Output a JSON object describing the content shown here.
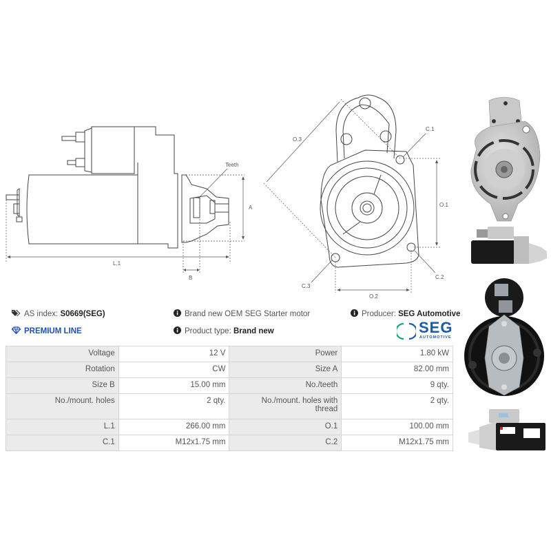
{
  "drawings": {
    "side_view": {
      "labels": {
        "teeth": "Teeth",
        "a": "A",
        "l1": "L.1",
        "b": "B"
      }
    },
    "front_view": {
      "labels": {
        "o3": "O.3",
        "c1": "C.1",
        "o1": "O.1",
        "c3": "C.3",
        "c2": "C.2",
        "o2": "O.2"
      }
    }
  },
  "info": {
    "as_index_label": "AS index:",
    "as_index_value": "S0669(SEG)",
    "premium_line": "PREMIUM LINE",
    "description": "Brand new OEM SEG Starter motor",
    "product_type_label": "Product type:",
    "product_type_value": "Brand new",
    "producer_label": "Producer:",
    "producer_value": "SEG Automotive",
    "brand_logo": {
      "main": "SEG",
      "sub": "AUTOMOTIVE"
    }
  },
  "colors": {
    "premium_blue": "#1f4fb8",
    "seg_blue": "#1a5aa8",
    "seg_green": "#1aa37a",
    "label_cell_bg": "#ebebeb",
    "border": "#d4d4d4"
  },
  "specs": [
    {
      "l1": "Voltage",
      "v1": "12 V",
      "l2": "Power",
      "v2": "1.80 kW"
    },
    {
      "l1": "Rotation",
      "v1": "CW",
      "l2": "Size A",
      "v2": "82.00 mm"
    },
    {
      "l1": "Size B",
      "v1": "15.00 mm",
      "l2": "No./teeth",
      "v2": "9 qty."
    },
    {
      "l1": "No./mount. holes",
      "v1": "2 qty.",
      "l2": "No./mount. holes with thread",
      "v2": "2 qty."
    },
    {
      "l1": "L.1",
      "v1": "266.00 mm",
      "l2": "O.1",
      "v2": "100.00 mm"
    },
    {
      "l1": "C.1",
      "v1": "M12x1.75 mm",
      "l2": "C.2",
      "v2": "M12x1.75 mm"
    }
  ],
  "photos": [
    {
      "name": "photo-front-drive-end"
    },
    {
      "name": "photo-side-view-1"
    },
    {
      "name": "photo-rear-commutator-end"
    },
    {
      "name": "photo-side-view-2"
    }
  ]
}
